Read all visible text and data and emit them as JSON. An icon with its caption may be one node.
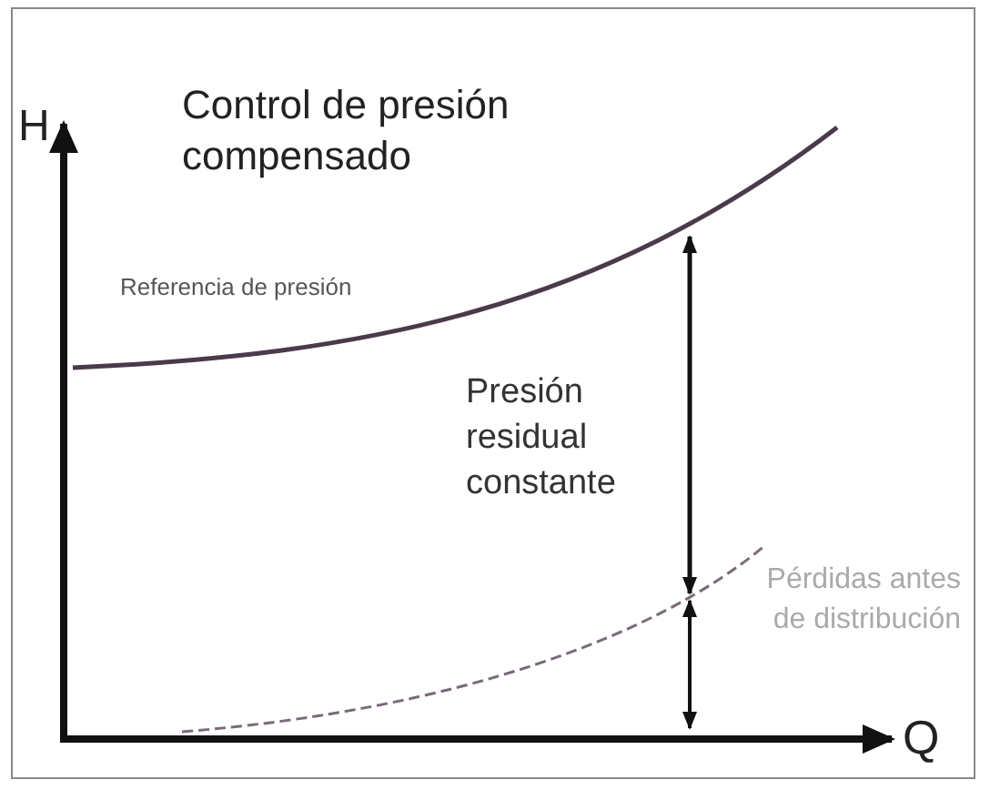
{
  "diagram": {
    "title": "Control de presión compensado",
    "labels": [
      "H",
      "Referencia de presión",
      "Presión residual constante",
      "Pérdidas antes de distribución",
      "Q"
    ]
  }
}
